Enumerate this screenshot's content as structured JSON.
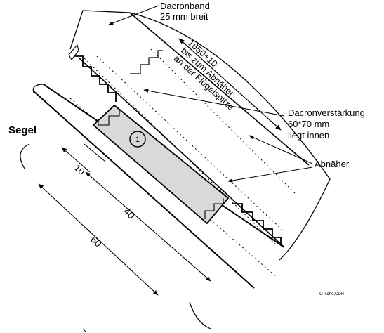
{
  "labels": {
    "dacronband_line1": "Dacronband",
    "dacronband_line2": "25 mm breit",
    "length_line1": "1650+10",
    "length_line2": "bis zum Abnäher",
    "length_line3": "an der Flügelspitze",
    "reinforcement_line1": "Dacronverstärkung",
    "reinforcement_line2": "60*70 mm",
    "reinforcement_line3": "liegt innen",
    "abnaeher": "Abnäher",
    "segel": "Segel",
    "circle_number": "1",
    "dim_10": "10",
    "dim_40": "40",
    "dim_60": "60",
    "file_tag": "OTsche.CDR"
  },
  "colors": {
    "line": "#000000",
    "reinforcement_fill": "#d9d9d9",
    "background": "#ffffff"
  }
}
